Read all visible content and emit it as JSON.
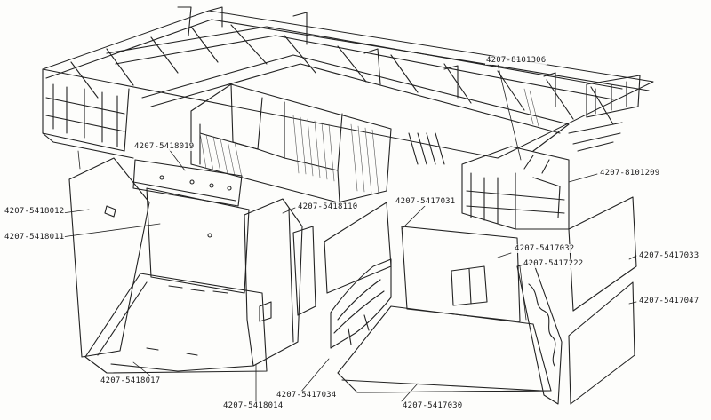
{
  "figure": {
    "labels": {
      "l8101306": "4207-8101306",
      "l5418019": "4207-5418019",
      "l8101209": "4207-8101209",
      "l5418012": "4207-5418012",
      "l5418110": "4207-5418110",
      "l5417031": "4207-5417031",
      "l5418011": "4207-5418011",
      "l5417032": "4207-5417032",
      "l5417222": "4207-5417222",
      "l5417033": "4207-5417033",
      "l5417047": "4207-5417047",
      "l5418017": "4207-5418017",
      "l5418014": "4207-5418014",
      "l5417034": "4207-5417034",
      "l5417030": "4207-5417030"
    },
    "colors": {
      "ink": "#222222",
      "paper": "#fdfdfb",
      "hatch": "#555555"
    }
  }
}
